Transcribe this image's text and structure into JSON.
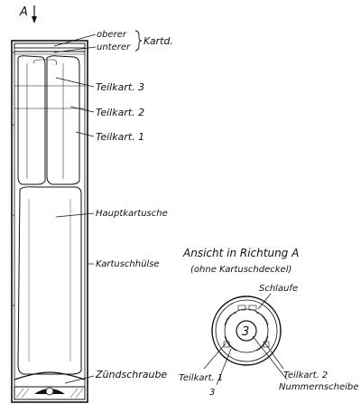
{
  "view_marker": "A",
  "labels": {
    "oberer": "oberer",
    "unterer": "unterer",
    "kartd": "Kartd.",
    "teilkart_3": "Teilkart. 3",
    "teilkart_2": "Teilkart. 2",
    "teilkart_1": "Teilkart. 1",
    "hauptkartusche": "Hauptkartusche",
    "kartuschhuelse": "Kartuschhülse",
    "zuendschraube": "Zündschraube"
  },
  "detail": {
    "title": "Ansicht in Richtung A",
    "subtitle": "(ohne Kartuschdeckel)",
    "schlaufe": "Schlaufe",
    "center_number": "3",
    "teilkart_1": "Teilkart. 1",
    "teilkart_1_sub": "3",
    "teilkart_2": "Teilkart. 2",
    "nummernscheibe": "Nummernscheibe"
  }
}
